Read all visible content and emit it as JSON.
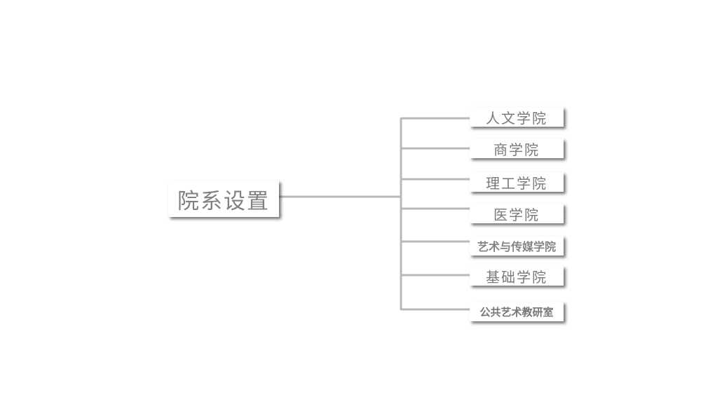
{
  "diagram": {
    "root": {
      "label": "院系设置"
    },
    "children": [
      {
        "label": "人文学院"
      },
      {
        "label": "商学院"
      },
      {
        "label": "理工学院"
      },
      {
        "label": "医学院"
      },
      {
        "label": "艺术与传媒学院"
      },
      {
        "label": "基础学院"
      },
      {
        "label": "公共艺术教研室"
      }
    ],
    "colors": {
      "connector": "#b8b8b8",
      "node_text": "#7a7a7a",
      "node_background": "#ffffff"
    }
  }
}
